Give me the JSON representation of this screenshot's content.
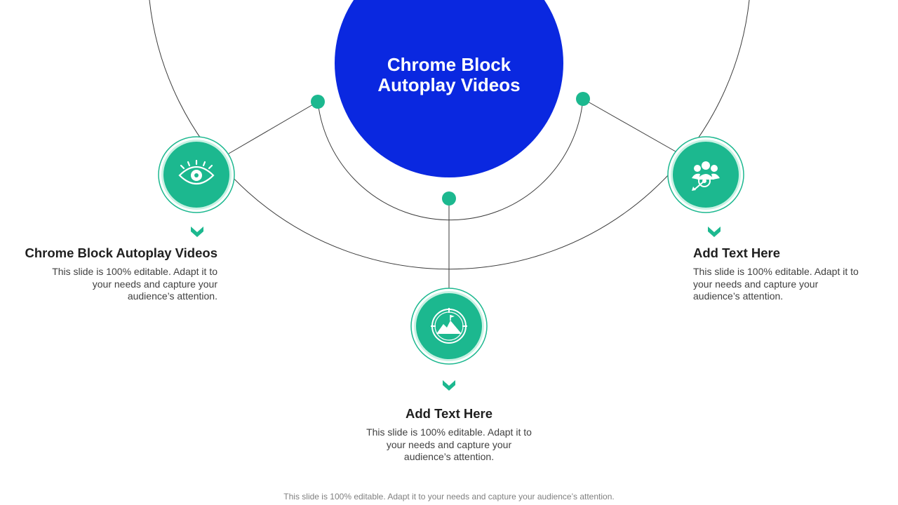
{
  "center": {
    "title_line1": "Chrome Block",
    "title_line2": "Autoplay Videos"
  },
  "items": [
    {
      "title": "Chrome Block Autoplay Videos",
      "description": "This slide is 100% editable. Adapt it to your needs and capture your audience’s attention.",
      "icon": "eye-icon"
    },
    {
      "title": "Add Text Here",
      "description": "This slide is 100% editable. Adapt it to your needs and capture your audience’s attention.",
      "icon": "mountain-target-icon"
    },
    {
      "title": "Add Text Here",
      "description": "This slide is 100% editable. Adapt it to your needs and capture your audience’s attention.",
      "icon": "team-target-icon"
    }
  ],
  "footer": "This slide is 100% editable. Adapt it to your needs and capture your audience’s attention.",
  "colors": {
    "center_circle": "#0A28E0",
    "accent": "#1CB88F",
    "accent_ring": "#C9F2E4",
    "line": "#3a3a3a"
  }
}
